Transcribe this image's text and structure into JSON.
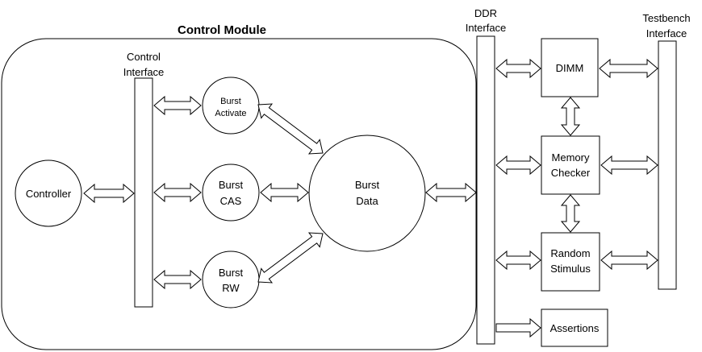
{
  "colors": {
    "stroke": "#000000",
    "fill": "#ffffff",
    "text": "#000000"
  },
  "control_module": {
    "title": "Control Module"
  },
  "control_interface": {
    "line1": "Control",
    "line2": "Interface"
  },
  "ddr_interface": {
    "line1": "DDR",
    "line2": "Interface"
  },
  "testbench_interface": {
    "line1": "Testbench",
    "line2": "Interface"
  },
  "nodes": {
    "controller": {
      "line1": "Controller"
    },
    "burst_activate": {
      "line1": "Burst",
      "line2": "Activate"
    },
    "burst_cas": {
      "line1": "Burst",
      "line2": "CAS"
    },
    "burst_rw": {
      "line1": "Burst",
      "line2": "RW"
    },
    "burst_data": {
      "line1": "Burst",
      "line2": "Data"
    },
    "dimm": {
      "line1": "DIMM"
    },
    "memory_checker": {
      "line1": "Memory",
      "line2": "Checker"
    },
    "random_stimulus": {
      "line1": "Random",
      "line2": "Stimulus"
    },
    "assertions": {
      "line1": "Assertions"
    }
  }
}
